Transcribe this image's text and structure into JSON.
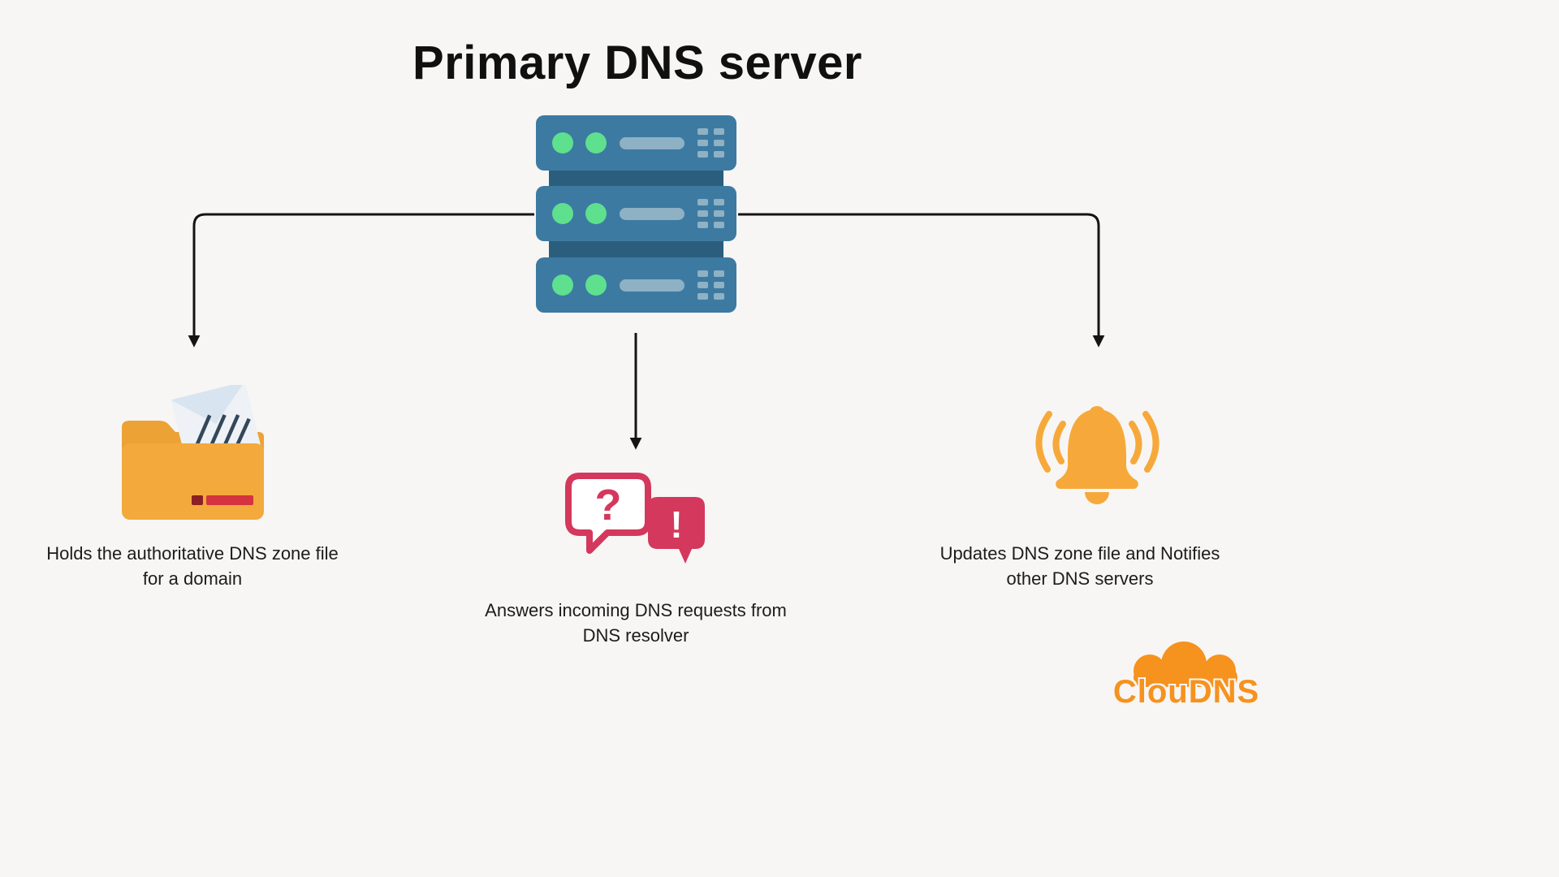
{
  "title": "Primary DNS server",
  "labels": {
    "zone_file": {
      "line1": "Holds the authoritative DNS zone file",
      "line2": "for a domain"
    },
    "requests": {
      "line1": "Answers incoming DNS requests from",
      "line2": "DNS resolver"
    },
    "notify": {
      "line1": "Updates DNS zone file and Notifies",
      "line2": "other DNS servers"
    }
  },
  "icons": {
    "server": "server-stack-icon",
    "zone_file": "folder-document-icon",
    "requests": "chat-question-icon",
    "notify": "bell-icon"
  },
  "chat": {
    "question": "?",
    "exclamation": "!"
  },
  "logo": {
    "text": "ClouDNS"
  },
  "colors": {
    "background": "#f7f6f4",
    "text": "#1c1c1c",
    "arrow": "#141414",
    "server_body": "#3c7aa2",
    "server_band": "#2b5e7d",
    "server_led": "#5ee08e",
    "server_slot": "#8fb1c4",
    "folder_front": "#f4a93c",
    "folder_back": "#eda236",
    "paper": "#eef1f5",
    "paper_flap": "#d8e4ef",
    "paper_lines": "#33475a",
    "label_dark_red": "#8a1f24",
    "label_red": "#d5333f",
    "chat_red": "#d4385c",
    "bell_orange": "#f6a93a",
    "logo_orange": "#f6921e"
  }
}
